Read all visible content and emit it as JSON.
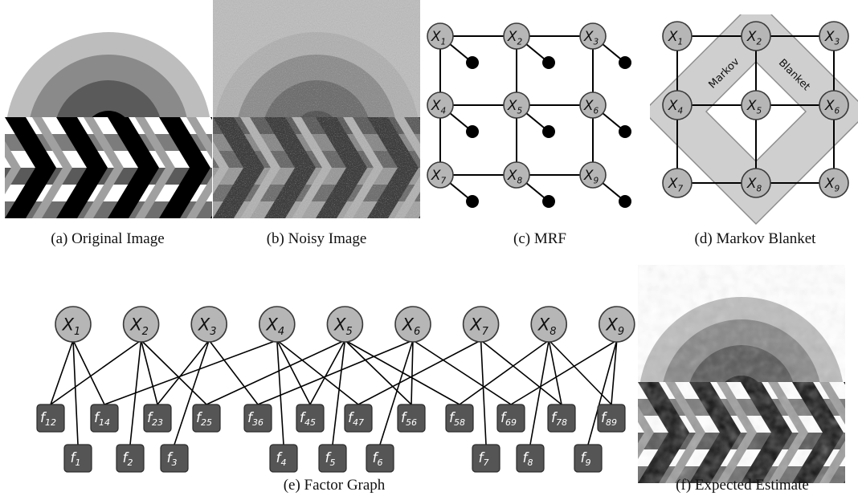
{
  "colors": {
    "node_fill": "#b6b6b6",
    "factor_fill": "#555555",
    "blanket_fill": "#cfcfcf",
    "observed_dot": "#000000"
  },
  "captions": {
    "a": "(a) Original Image",
    "b": "(b) Noisy Image",
    "c": "(c) MRF",
    "d": "(d) Markov Blanket",
    "e": "(e) Factor Graph",
    "f": "(f) Expected Estimate"
  },
  "markov_blanket": {
    "word1": "Markov",
    "word2": "Blanket"
  },
  "variables": [
    {
      "base": "X",
      "sub": "1"
    },
    {
      "base": "X",
      "sub": "2"
    },
    {
      "base": "X",
      "sub": "3"
    },
    {
      "base": "X",
      "sub": "4"
    },
    {
      "base": "X",
      "sub": "5"
    },
    {
      "base": "X",
      "sub": "6"
    },
    {
      "base": "X",
      "sub": "7"
    },
    {
      "base": "X",
      "sub": "8"
    },
    {
      "base": "X",
      "sub": "9"
    }
  ],
  "pairwise_factors": [
    {
      "base": "f",
      "sub": "12",
      "vars": [
        1,
        2
      ]
    },
    {
      "base": "f",
      "sub": "14",
      "vars": [
        1,
        4
      ]
    },
    {
      "base": "f",
      "sub": "23",
      "vars": [
        2,
        3
      ]
    },
    {
      "base": "f",
      "sub": "25",
      "vars": [
        2,
        5
      ]
    },
    {
      "base": "f",
      "sub": "36",
      "vars": [
        3,
        6
      ]
    },
    {
      "base": "f",
      "sub": "45",
      "vars": [
        4,
        5
      ]
    },
    {
      "base": "f",
      "sub": "47",
      "vars": [
        4,
        7
      ]
    },
    {
      "base": "f",
      "sub": "56",
      "vars": [
        5,
        6
      ]
    },
    {
      "base": "f",
      "sub": "58",
      "vars": [
        5,
        8
      ]
    },
    {
      "base": "f",
      "sub": "69",
      "vars": [
        6,
        9
      ]
    },
    {
      "base": "f",
      "sub": "78",
      "vars": [
        7,
        8
      ]
    },
    {
      "base": "f",
      "sub": "89",
      "vars": [
        8,
        9
      ]
    }
  ],
  "unary_factors": [
    {
      "base": "f",
      "sub": "1",
      "vars": [
        1
      ]
    },
    {
      "base": "f",
      "sub": "2",
      "vars": [
        2
      ]
    },
    {
      "base": "f",
      "sub": "3",
      "vars": [
        3
      ]
    },
    {
      "base": "f",
      "sub": "4",
      "vars": [
        4
      ]
    },
    {
      "base": "f",
      "sub": "5",
      "vars": [
        5
      ]
    },
    {
      "base": "f",
      "sub": "6",
      "vars": [
        6
      ]
    },
    {
      "base": "f",
      "sub": "7",
      "vars": [
        7
      ]
    },
    {
      "base": "f",
      "sub": "8",
      "vars": [
        8
      ]
    },
    {
      "base": "f",
      "sub": "9",
      "vars": [
        9
      ]
    }
  ]
}
